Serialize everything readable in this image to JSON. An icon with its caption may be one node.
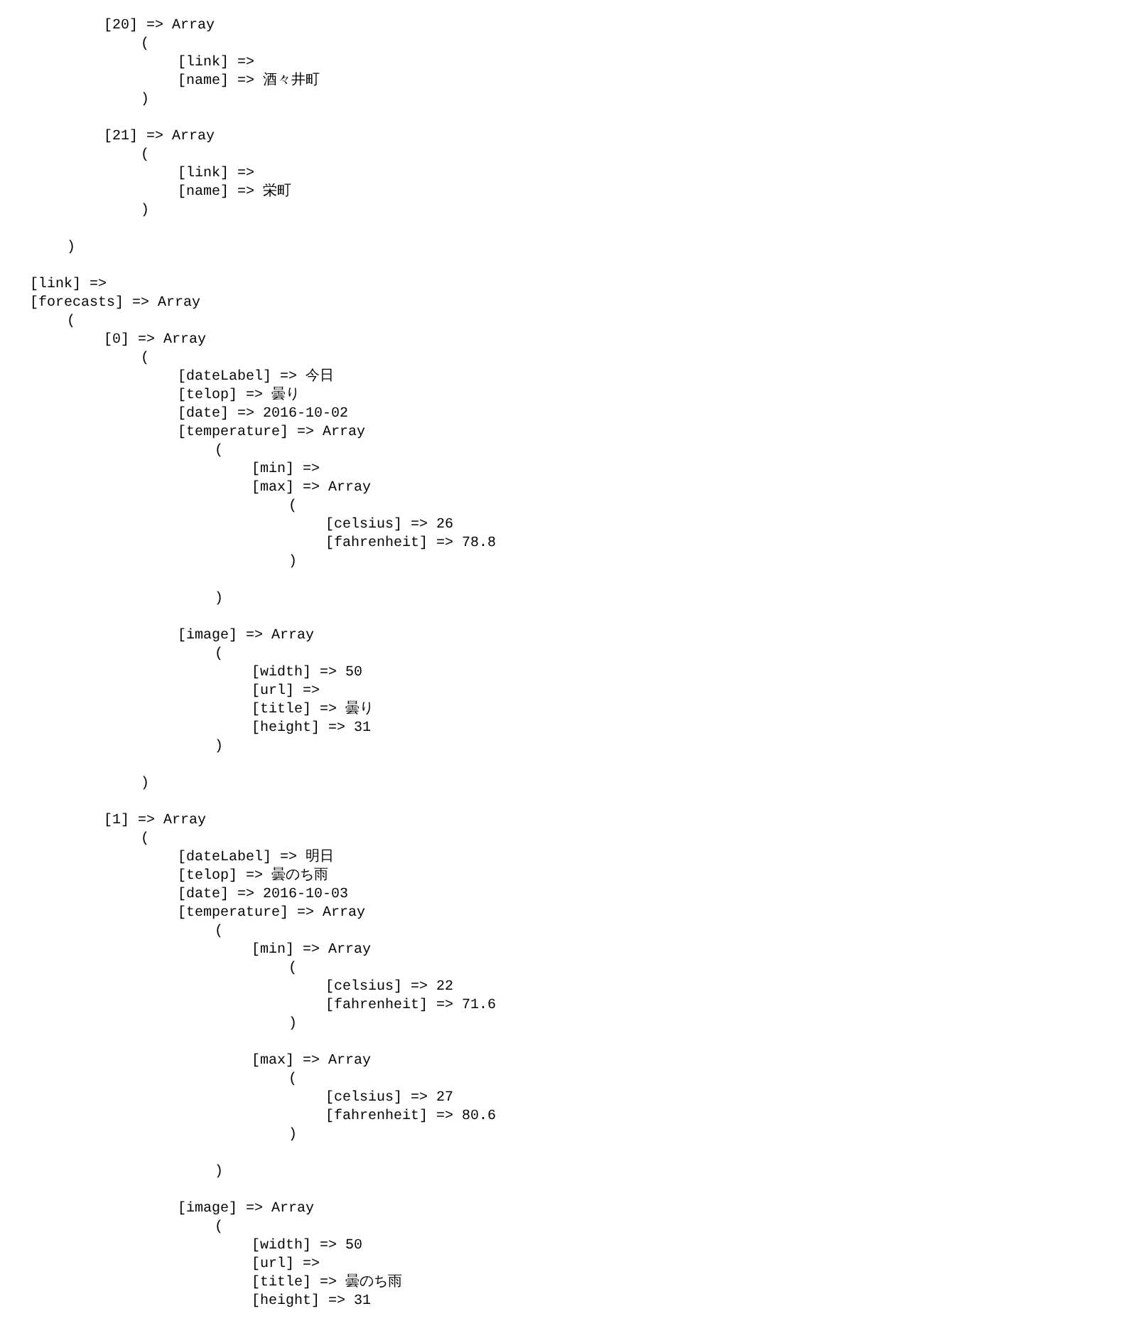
{
  "diagram": {
    "labels": [
      "[20] => Array",
      "(",
      "[link] =>",
      "[name] => 酒々井町",
      ")",
      "[21] => Array",
      "(",
      "[link] =>",
      "[name] => 栄町",
      ")",
      ")",
      "[link] =>",
      "[forecasts] => Array",
      "(",
      "[0] => Array",
      "(",
      "[dateLabel] => 今日",
      "[telop] => 曇り",
      "[date] => 2016-10-02",
      "[temperature] => Array",
      "(",
      "[min] =>",
      "[max] => Array",
      "(",
      "[celsius] => 26",
      "[fahrenheit] => 78.8",
      ")",
      ")",
      "[image] => Array",
      "(",
      "[width] => 50",
      "[url] =>",
      "[title] => 曇り",
      "[height] => 31",
      ")",
      ")",
      "[1] => Array",
      "(",
      "[dateLabel] => 明日",
      "[telop] => 曇のち雨",
      "[date] => 2016-10-03",
      "[temperature] => Array",
      "(",
      "[min] => Array",
      "(",
      "[celsius] => 22",
      "[fahrenheit] => 71.6",
      ")",
      "[max] => Array",
      "(",
      "[celsius] => 27",
      "[fahrenheit] => 80.6",
      ")",
      ")",
      "[image] => Array",
      "(",
      "[width] => 50",
      "[url] =>",
      "[title] => 曇のち雨",
      "[height] => 31"
    ]
  }
}
